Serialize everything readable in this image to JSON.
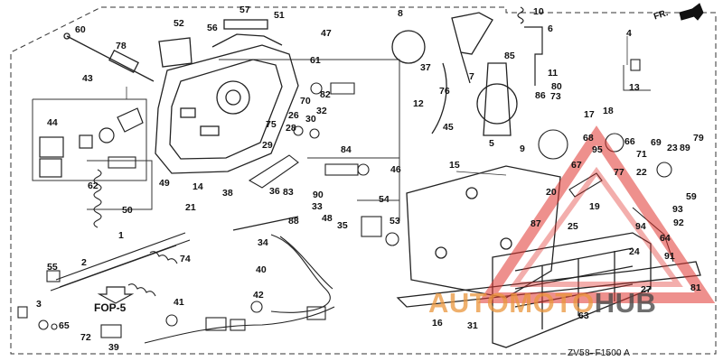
{
  "diagram": {
    "figure_code": "ZV58–F1500 A",
    "direction_label": "FR.",
    "ref_label": "FOP-5",
    "watermark": {
      "part1": "AUTOMOTO",
      "part2": "HUB"
    },
    "part_numbers": [
      "1",
      "2",
      "3",
      "4",
      "5",
      "6",
      "7",
      "8",
      "9",
      "10",
      "11",
      "12",
      "13",
      "14",
      "15",
      "16",
      "17",
      "18",
      "19",
      "20",
      "21",
      "22",
      "23",
      "24",
      "25",
      "26",
      "27",
      "28",
      "29",
      "30",
      "31",
      "32",
      "33",
      "34",
      "35",
      "36",
      "37",
      "38",
      "39",
      "40",
      "41",
      "42",
      "43",
      "44",
      "45",
      "46",
      "47",
      "48",
      "49",
      "50",
      "51",
      "52",
      "53",
      "54",
      "55",
      "56",
      "57",
      "59",
      "60",
      "61",
      "62",
      "63",
      "64",
      "65",
      "66",
      "67",
      "68",
      "69",
      "70",
      "71",
      "72",
      "73",
      "74",
      "75",
      "76",
      "77",
      "78",
      "79",
      "80",
      "81",
      "82",
      "83",
      "84",
      "85",
      "86",
      "87",
      "88",
      "89",
      "90",
      "91",
      "92",
      "93",
      "94",
      "95"
    ]
  },
  "colors": {
    "line": "#222222",
    "watermark_red": "#e0352f",
    "watermark_orange": "#ec9a3e"
  }
}
